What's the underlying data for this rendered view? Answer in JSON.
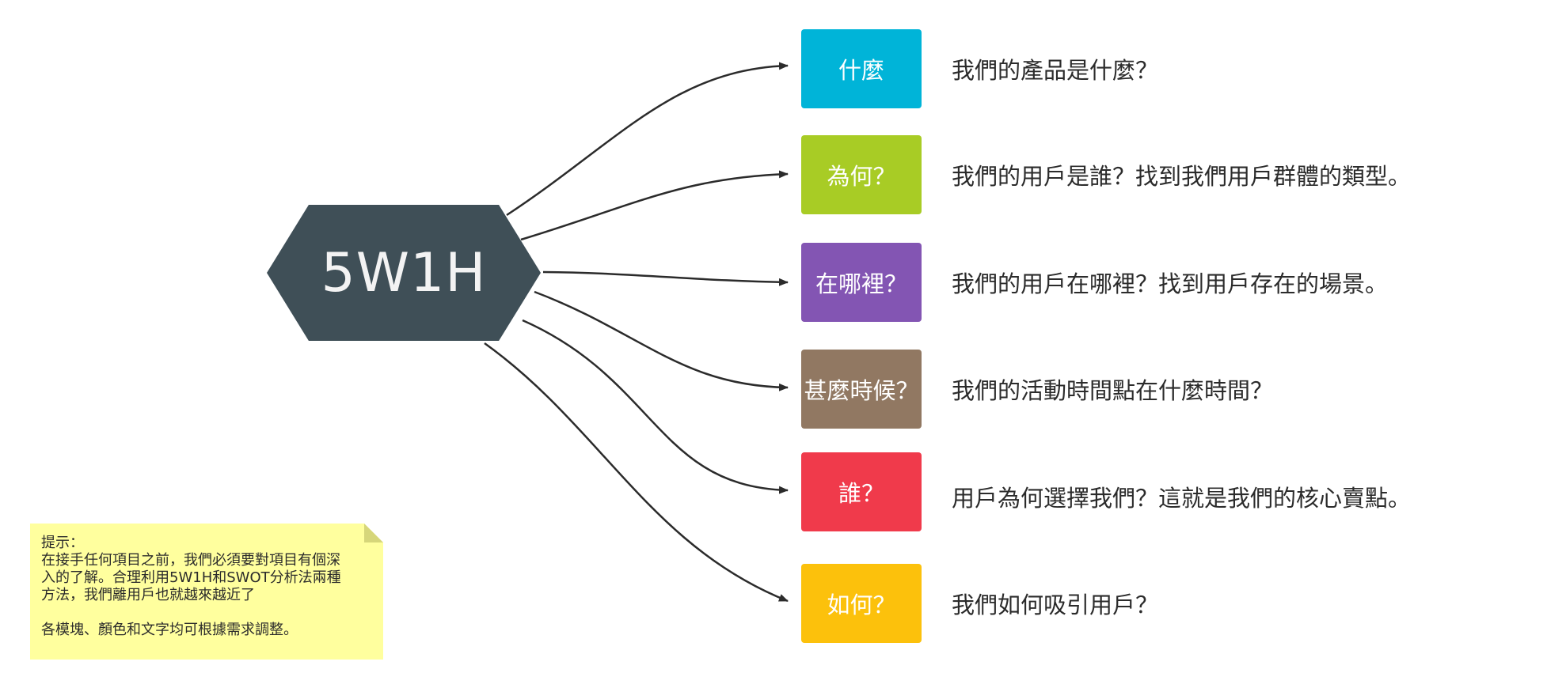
{
  "center": {
    "label": "5W1H",
    "color": "#3f4f57"
  },
  "branches": [
    {
      "label": "什麼",
      "description": "我們的產品是什麼？",
      "color": "#00b4d8"
    },
    {
      "label": "為何？",
      "description": "我們的用戶是誰？找到我們用戶群體的類型。",
      "color": "#a8cc25"
    },
    {
      "label": "在哪裡？",
      "description": "我們的用戶在哪裡？找到用戶存在的場景。",
      "color": "#8355b3"
    },
    {
      "label": "甚麼時候？",
      "description": "我們的活動時間點在什麼時間？",
      "color": "#917862"
    },
    {
      "label": "誰？",
      "description": "用戶為何選擇我們？這就是我們的核心賣點。",
      "color": "#f03a4b"
    },
    {
      "label": "如何？",
      "description": "我們如何吸引用戶？",
      "color": "#fcc10c"
    }
  ],
  "note": {
    "title": "提示：",
    "lines": [
      "在接手任何項目之前，我們必須要對項目有個深",
      "入的了解。合理利用5W1H和SWOT分析法兩種",
      "方法，我們離用戶也就越來越近了"
    ],
    "footer": "各模塊、顏色和文字均可根據需求調整。",
    "color": "#ffff9e"
  }
}
